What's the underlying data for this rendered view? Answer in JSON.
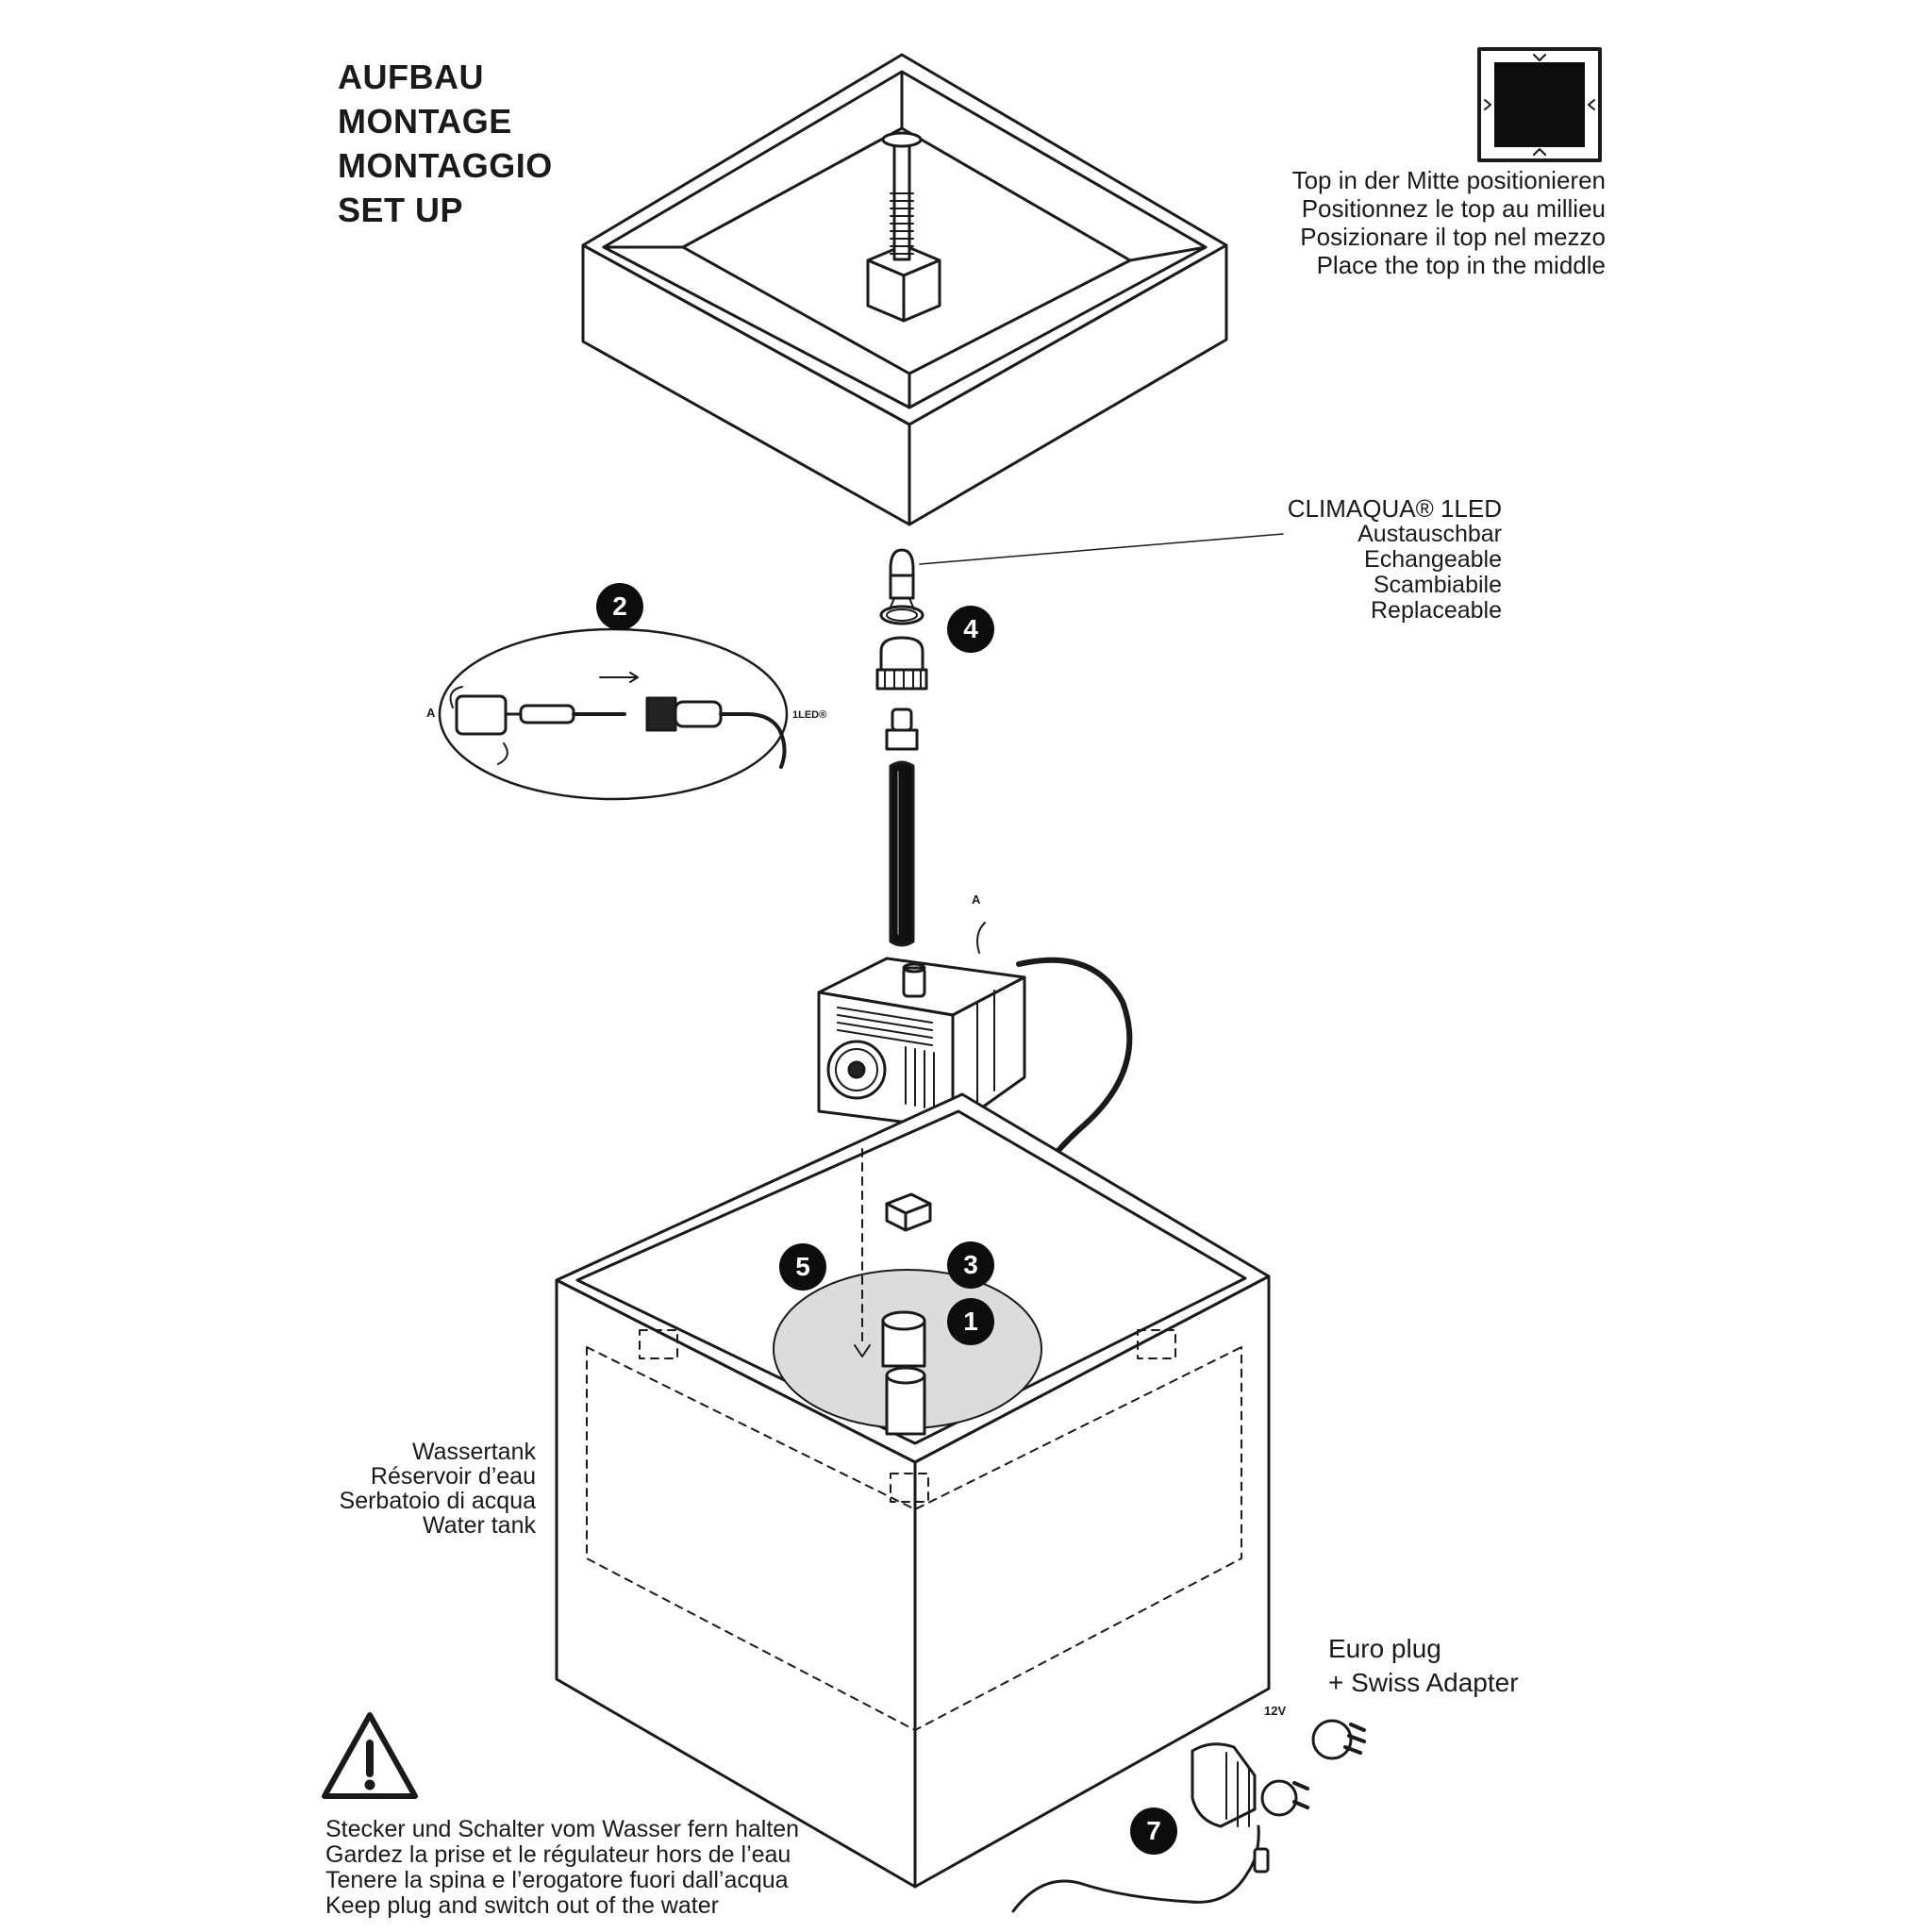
{
  "title": {
    "lines": [
      "AUFBAU",
      "MONTAGE",
      "MONTAGGIO",
      "SET UP"
    ]
  },
  "top_note": {
    "lines": [
      "Top in der Mitte positionieren",
      "Positionnez le top au millieu",
      "Posizionare il top nel mezzo",
      "Place the top in the middle"
    ]
  },
  "led_note": {
    "name": "CLIMAQUA® 1LED",
    "lines": [
      "Austauschbar",
      "Echangeable",
      "Scambiabile",
      "Replaceable"
    ]
  },
  "tank_note": {
    "lines": [
      "Wassertank",
      "Réservoir d’eau",
      "Serbatoio di acqua",
      "Water tank"
    ]
  },
  "plug_note": {
    "lines": [
      "Euro plug",
      "+ Swiss Adapter"
    ]
  },
  "warning_note": {
    "lines": [
      "Stecker und Schalter vom Wasser fern halten",
      "Gardez la prise et le régulateur hors de l’eau",
      "Tenere la spina e l’erogatore fuori dall’acqua",
      "Keep plug and switch out of the water"
    ]
  },
  "detail_labels": {
    "cable_a": "A",
    "led_tag": "1LED®",
    "pump_a": "A",
    "voltage": "12V"
  },
  "step_badges": {
    "one": "1",
    "two": "2",
    "three": "3",
    "four": "4",
    "five": "5",
    "seven": "7"
  },
  "colors": {
    "line": "#1a1a1a",
    "badge": "#0d0d0d",
    "basin": "#dcdcdc"
  }
}
